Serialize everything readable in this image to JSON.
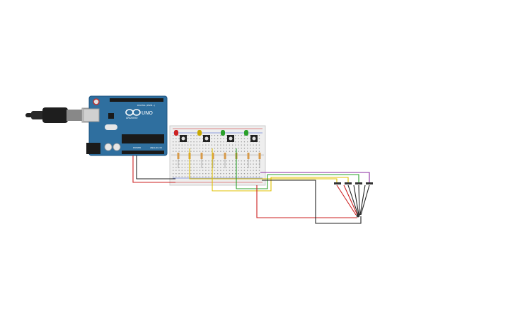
{
  "board": {
    "brand_label": "UNO",
    "maker_label": "ARDUINO",
    "digital_header_label": "DIGITAL (PWM~)",
    "power_header_label": "POWER",
    "analog_header_label": "ANALOG IN"
  },
  "colors": {
    "board": "#2f6f9f",
    "board_dark": "#1f5480",
    "breadboard": "#eeeeee",
    "wire_red": "#cc2222",
    "wire_black": "#222222",
    "wire_yellow": "#e0c000",
    "wire_green": "#2aa02a",
    "wire_purple": "#8a2aa0",
    "led_red": "#cc2222",
    "led_yellow": "#c8a800",
    "led_green": "#2aa02a"
  },
  "icons": {
    "usb": "usb-cable-icon",
    "logo": "infinity-logo-icon"
  }
}
